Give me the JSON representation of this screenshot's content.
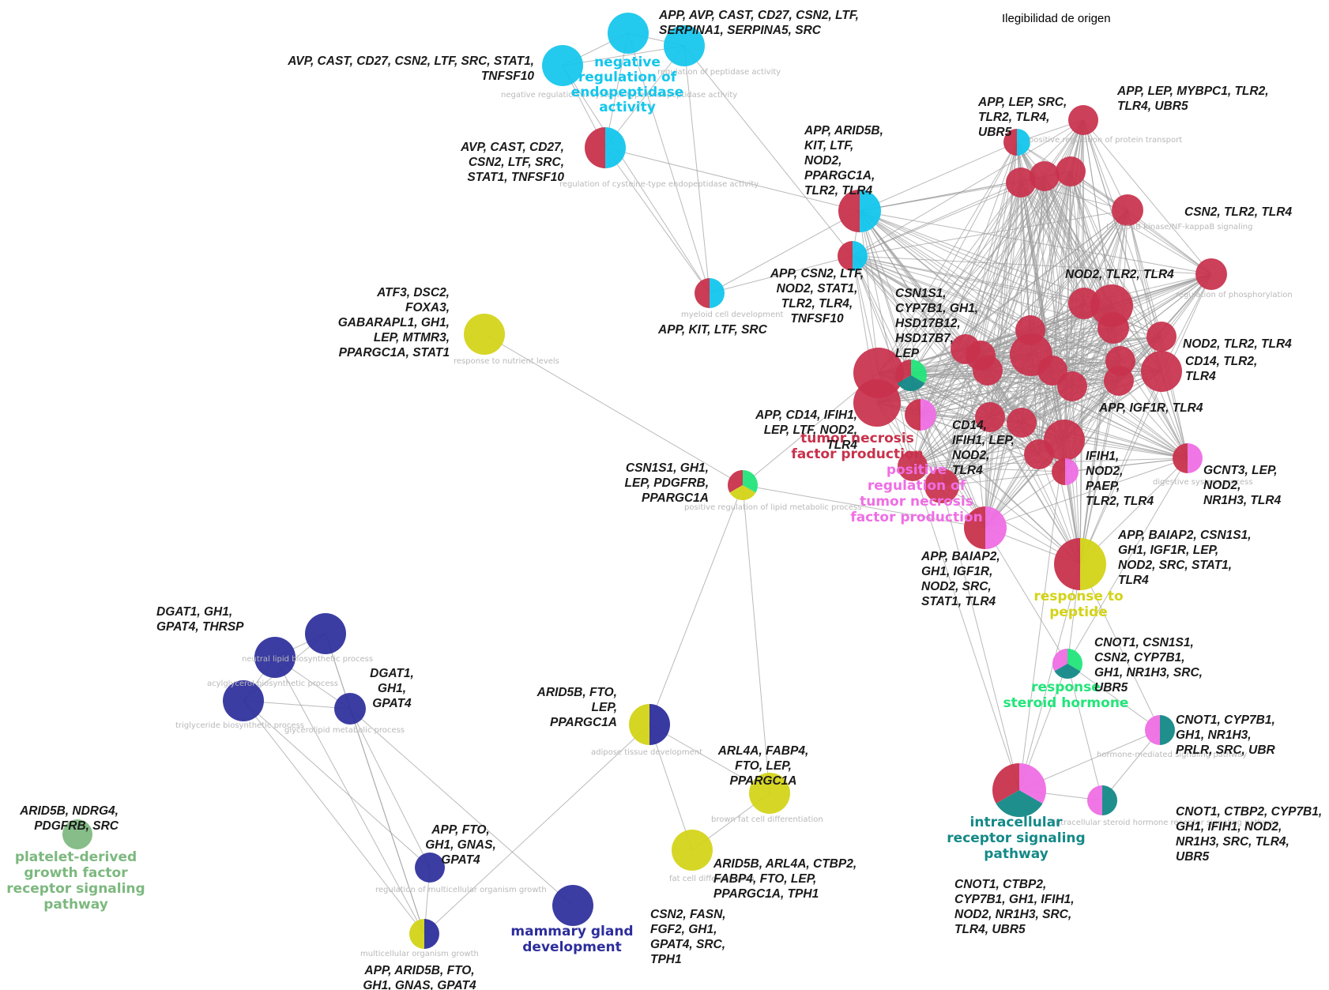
{
  "header_note": "Ilegibilidad de origen",
  "colors": {
    "red": "#c8324c",
    "cyan": "#13c6ec",
    "yellow": "#d3d317",
    "navy": "#2d2e9c",
    "magenta": "#ef6ee4",
    "teal": "#138987",
    "green": "#22e57a",
    "sage": "#7db87f",
    "edge": "#9d9d9d"
  },
  "node_labels": {
    "neg_peptidase": "negative regulation of endopeptidase activity",
    "tnf_production": "tumor necrosis factor production",
    "pos_tnf": "positive regulation of tumor necrosis factor production",
    "response_peptide": "response to peptide",
    "steroid_hormone": "response to steroid hormone",
    "intracellular_receptor": "intracellular receptor signaling pathway",
    "mammary": "mammary gland development",
    "pdgf": "platelet-derived growth factor receptor signaling pathway"
  },
  "term_labels": {
    "neg_pep_small": "regulation of peptidase activity",
    "neg_cys": "negative regulation of cysteine-type endopeptidase activity",
    "reg_cys": "regulation of cysteine-type endopeptidase activity",
    "myeloid": "myeloid cell development",
    "nutrient": "response to nutrient levels",
    "lipid_metab": "positive regulation of lipid metabolic process",
    "protein_transport": "positive regulation of protein transport",
    "kappaB": "I-kappaB kinase/NF-kappaB signaling",
    "phosphorylation": "regulation of phosphorylation",
    "digestive": "digestive system process",
    "adipose": "adipose tissue development",
    "brown_fat": "brown fat cell differentiation",
    "fat_cell": "fat cell differentiation",
    "neutral_lipid": "neutral lipid biosynthetic process",
    "acylglycerol": "acylglycerol biosynthetic process",
    "triglyceride": "triglyceride biosynthetic process",
    "glycerolipid": "glycerolipid metabolic process",
    "multicell_growth": "regulation of multicellular organism growth",
    "organism_growth": "multicellular organism growth",
    "hormone_mediated": "hormone-mediated signaling pathway",
    "intracellular_steroid": "intracellular steroid hormone receptor signaling pathway"
  },
  "gene_lists": {
    "g1": [
      "APP, AVP, CAST, CD27, CSN2, LTF,",
      "SERPINA1, SERPINA5, SRC"
    ],
    "g2": [
      "AVP, CAST, CD27, CSN2, LTF, SRC, STAT1,",
      "TNFSF10"
    ],
    "g3": [
      "AVP, CAST, CD27,",
      "CSN2, LTF, SRC,",
      "STAT1, TNFSF10"
    ],
    "g4": [
      "APP, LEP, SRC,",
      "TLR2, TLR4,",
      "UBR5"
    ],
    "g5": [
      "APP, LEP, MYBPC1, TLR2,",
      "TLR4, UBR5"
    ],
    "g6": [
      "APP, ARID5B,",
      "KIT, LTF,",
      "NOD2,",
      "PPARGC1A,",
      "TLR2, TLR4"
    ],
    "g7": [
      "CSN2, TLR2, TLR4"
    ],
    "g8": [
      "NOD2, TLR2, TLR4"
    ],
    "g9": [
      "APP, CSN2, LTF,",
      "NOD2, STAT1,",
      "TLR2, TLR4,",
      "TNFSF10"
    ],
    "g10": [
      "APP, KIT, LTF, SRC"
    ],
    "g11": [
      "ATF3, DSC2,",
      "FOXA3,",
      "GABARAPL1, GH1,",
      "LEP, MTMR3,",
      "PPARGC1A, STAT1"
    ],
    "g12": [
      "CSN1S1,",
      "CYP7B1, GH1,",
      "HSD17B12,",
      "HSD17B7,",
      "LEP"
    ],
    "g13": [
      "NOD2, TLR2, TLR4"
    ],
    "g14": [
      "CD14, TLR2,",
      "TLR4"
    ],
    "g15": [
      "APP, IGF1R, TLR4"
    ],
    "g16": [
      "APP, CD14, IFIH1,",
      "LEP, LTF, NOD2,",
      "TLR4"
    ],
    "g17": [
      "CD14,",
      "IFIH1, LEP,",
      "NOD2,",
      "TLR4"
    ],
    "g18": [
      "IFIH1,",
      "NOD2,",
      "PAEP,",
      "TLR2, TLR4"
    ],
    "g19": [
      "GCNT3, LEP,",
      "NOD2,",
      "NR1H3, TLR4"
    ],
    "g20": [
      "CSN1S1, GH1,",
      "LEP, PDGFRB,",
      "PPARGC1A"
    ],
    "g21": [
      "APP, BAIAP2, CSN1S1,",
      "GH1, IGF1R, LEP,",
      "NOD2, SRC, STAT1,",
      "TLR4"
    ],
    "g22": [
      "APP, BAIAP2,",
      "GH1, IGF1R,",
      "NOD2, SRC,",
      "STAT1, TLR4"
    ],
    "g23": [
      "DGAT1, GH1,",
      "GPAT4, THRSP"
    ],
    "g24": [
      "DGAT1,",
      "GH1,",
      "GPAT4"
    ],
    "g25": [
      "ARID5B, FTO,",
      "LEP,",
      "PPARGC1A"
    ],
    "g26": [
      "CNOT1, CSN1S1,",
      "CSN2, CYP7B1,",
      "GH1, NR1H3, SRC,",
      "UBR5"
    ],
    "g27": [
      "CNOT1, CYP7B1,",
      "GH1, NR1H3,",
      "PRLR, SRC, UBR"
    ],
    "g28": [
      "ARL4A, FABP4,",
      "FTO, LEP,",
      "PPARGC1A"
    ],
    "g29": [
      "ARID5B, NDRG4,",
      "PDGFRB, SRC"
    ],
    "g30": [
      "APP, FTO,",
      "GH1, GNAS,",
      "GPAT4"
    ],
    "g31": [
      "ARID5B, ARL4A, CTBP2,",
      "FABP4, FTO, LEP,",
      "PPARGC1A, TPH1"
    ],
    "g32": [
      "CNOT1, CTBP2, CYP7B1,",
      "GH1, IFIH1, NOD2,",
      "NR1H3, SRC, TLR4,",
      "UBR5"
    ],
    "g33": [
      "CNOT1, CTBP2,",
      "CYP7B1, GH1, IFIH1,",
      "NOD2, NR1H3, SRC,",
      "TLR4, UBR5"
    ],
    "g34": [
      "CSN2, FASN,",
      "FGF2, GH1,",
      "GPAT4, SRC,",
      "TPH1"
    ],
    "g35": [
      "APP, ARID5B, FTO,",
      "GH1, GNAS, GPAT4"
    ]
  }
}
